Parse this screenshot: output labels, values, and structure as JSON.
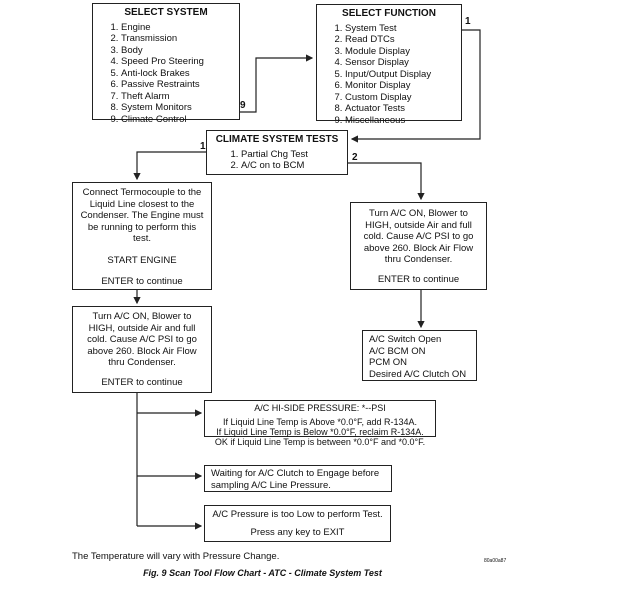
{
  "select_system": {
    "title": "SELECT SYSTEM",
    "items": [
      "Engine",
      "Transmission",
      "Body",
      "Speed Pro Steering",
      "Anti-lock Brakes",
      "Passive Restraints",
      "Theft Alarm",
      "System Monitors",
      "Climate Control"
    ]
  },
  "select_function": {
    "title": "SELECT FUNCTION",
    "items": [
      "System Test",
      "Read DTCs",
      "Module Display",
      "Sensor Display",
      "Input/Output Display",
      "Monitor Display",
      "Custom Display",
      "Actuator Tests",
      "Miscellaneous"
    ]
  },
  "climate_tests": {
    "title": "CLIMATE SYSTEM TESTS",
    "items": [
      "Partial Chg Test",
      "A/C on to BCM"
    ]
  },
  "edge_labels": {
    "system_to_function": "9",
    "function_to_climate": "1",
    "climate_left": "1",
    "climate_right": "2"
  },
  "thermocouple_box": {
    "text": "Connect Termocouple to the Liquid Line closest to the Condenser.  The Engine must be running to perform this test.",
    "action": "START ENGINE",
    "prompt": "ENTER to continue"
  },
  "ac_on_left": {
    "text": "Turn A/C ON, Blower to HIGH, outside Air and full cold.  Cause A/C PSI to go above 260.  Block Air Flow thru Condenser.",
    "prompt": "ENTER to continue"
  },
  "ac_on_right": {
    "text": "Turn A/C ON, Blower to HIGH, outside Air and full cold.  Cause A/C PSI to go above 260.  Block Air Flow thru Condenser.",
    "prompt": "ENTER to continue"
  },
  "bcm_status": {
    "lines": [
      "A/C Switch Open",
      "A/C BCM ON",
      "PCM ON",
      "Desired A/C Clutch ON"
    ]
  },
  "pressure_box": {
    "title": "A/C HI-SIDE PRESSURE:  *--PSI",
    "lines": [
      "If Liquid Line Temp is Above *0.0°F, add R-134A.",
      "If Liquid Line Temp is Below *0.0°F, reclaim R-134A.",
      "OK if Liquid Line Temp is between *0.0°F and *0.0°F."
    ]
  },
  "waiting_box": {
    "text": "Waiting for A/C Clutch to Engage before sampling A/C Line Pressure."
  },
  "low_pressure_box": {
    "text": "A/C Pressure is too Low to perform Test.",
    "prompt": "Press any key to EXIT"
  },
  "footnote": "The Temperature will vary with Pressure Change.",
  "caption": "Fig. 9 Scan Tool Flow Chart - ATC - Climate System Test",
  "figure_code": "80a00a87"
}
